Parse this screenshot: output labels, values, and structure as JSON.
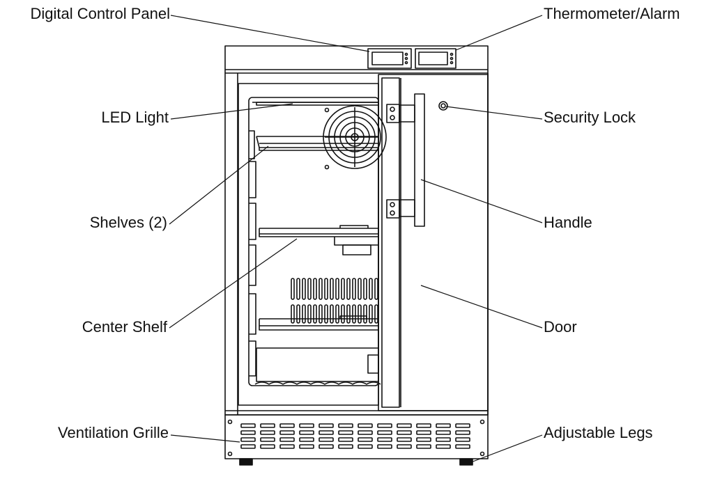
{
  "labels": {
    "digital_control_panel": "Digital Control Panel",
    "thermometer_alarm": "Thermometer/Alarm",
    "led_light": "LED Light",
    "security_lock": "Security Lock",
    "shelves": "Shelves (2)",
    "handle": "Handle",
    "center_shelf": "Center Shelf",
    "door": "Door",
    "ventilation_grille": "Ventilation Grille",
    "adjustable_legs": "Adjustable Legs"
  },
  "colors": {
    "line": "#111111",
    "background": "#ffffff"
  }
}
